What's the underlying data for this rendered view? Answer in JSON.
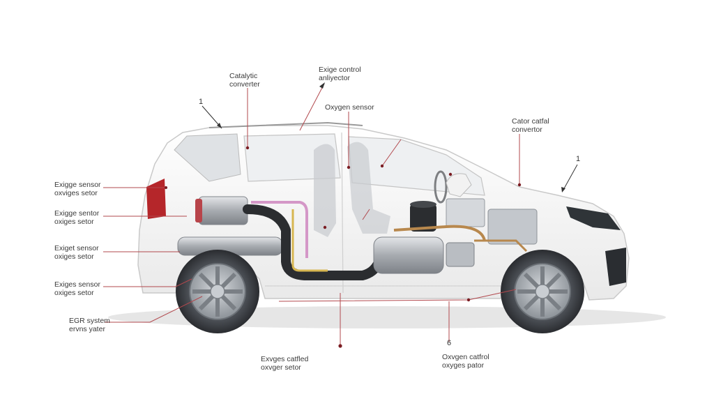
{
  "labels": {
    "catalytic_top": {
      "line1": "Catalytic",
      "line2": "converter"
    },
    "exige_control": {
      "line1": "Exige control",
      "line2": "anliyector"
    },
    "oxygen_sensor": {
      "line1": "Oxygen sensor"
    },
    "cator_right": {
      "line1": "Cator catfal",
      "line2": "convertor"
    },
    "left_1": {
      "line1": "Exigge sensor",
      "line2": "oxviges setor"
    },
    "left_2": {
      "line1": "Exigge sentor",
      "line2": "oxiges setor"
    },
    "left_3": {
      "line1": "Exiget sensor",
      "line2": "oxiges setor"
    },
    "left_4": {
      "line1": "Exiges sensor",
      "line2": "oxiges setor"
    },
    "left_5": {
      "line1": "EGR system",
      "line2": "ervns yater"
    },
    "bottom_mid": {
      "line1": "Exvges catfled",
      "line2": "oxvger setor"
    },
    "bottom_right": {
      "line1": "Oxvgen catfrol",
      "line2": "oxyges pator"
    }
  },
  "markers": {
    "top_left": "1",
    "top_right": "1",
    "bottom": "6"
  },
  "colors": {
    "body": "#f4f4f4",
    "outline": "#bdbdbd",
    "tire": "#3d4146",
    "rim": "#9aa1a8",
    "exhaust": "#a9adb2",
    "pipe_dark": "#2b2d30",
    "taillight": "#b5262a",
    "leader": "#b2484d",
    "dot": "#7a1c22"
  }
}
